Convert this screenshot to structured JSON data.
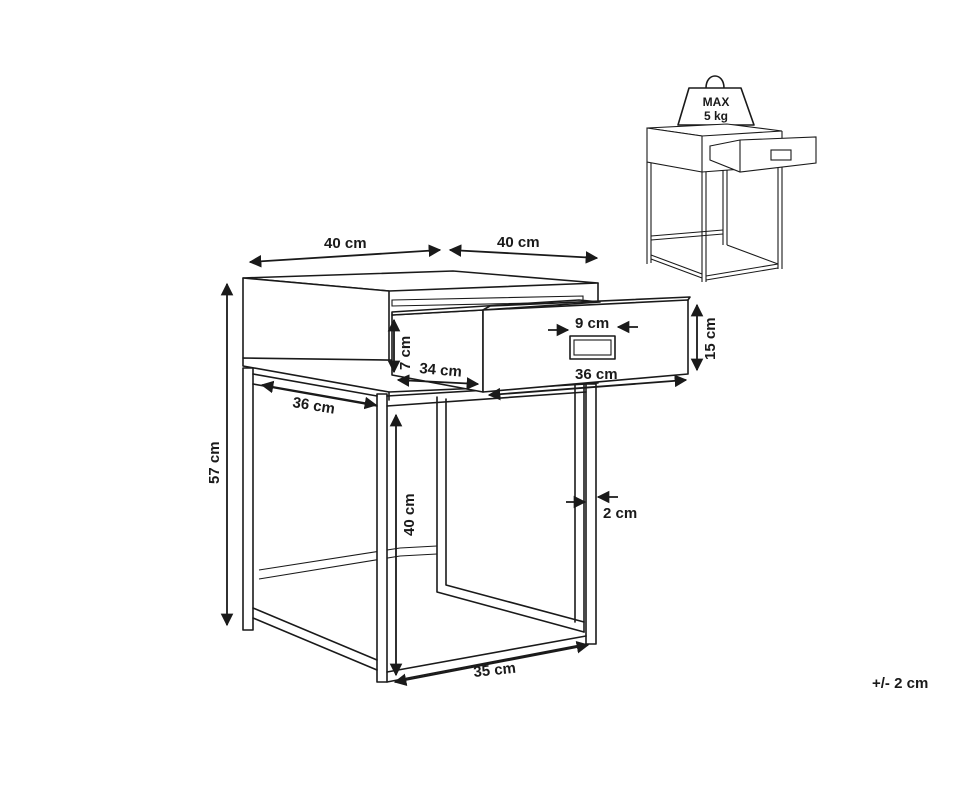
{
  "dimensions": {
    "top_width": "40 cm",
    "top_depth": "40 cm",
    "total_height": "57 cm",
    "drawer_inner_height": "7 cm",
    "drawer_inner_depth": "34 cm",
    "drawer_width": "36 cm",
    "drawer_front_height": "15 cm",
    "handle_width": "9 cm",
    "shelf_depth": "36 cm",
    "leg_height": "40 cm",
    "frame_thickness": "2 cm",
    "base_width": "35 cm"
  },
  "weight_label": {
    "line1": "MAX",
    "line2": "5 kg"
  },
  "tolerance": "+/- 2 cm"
}
